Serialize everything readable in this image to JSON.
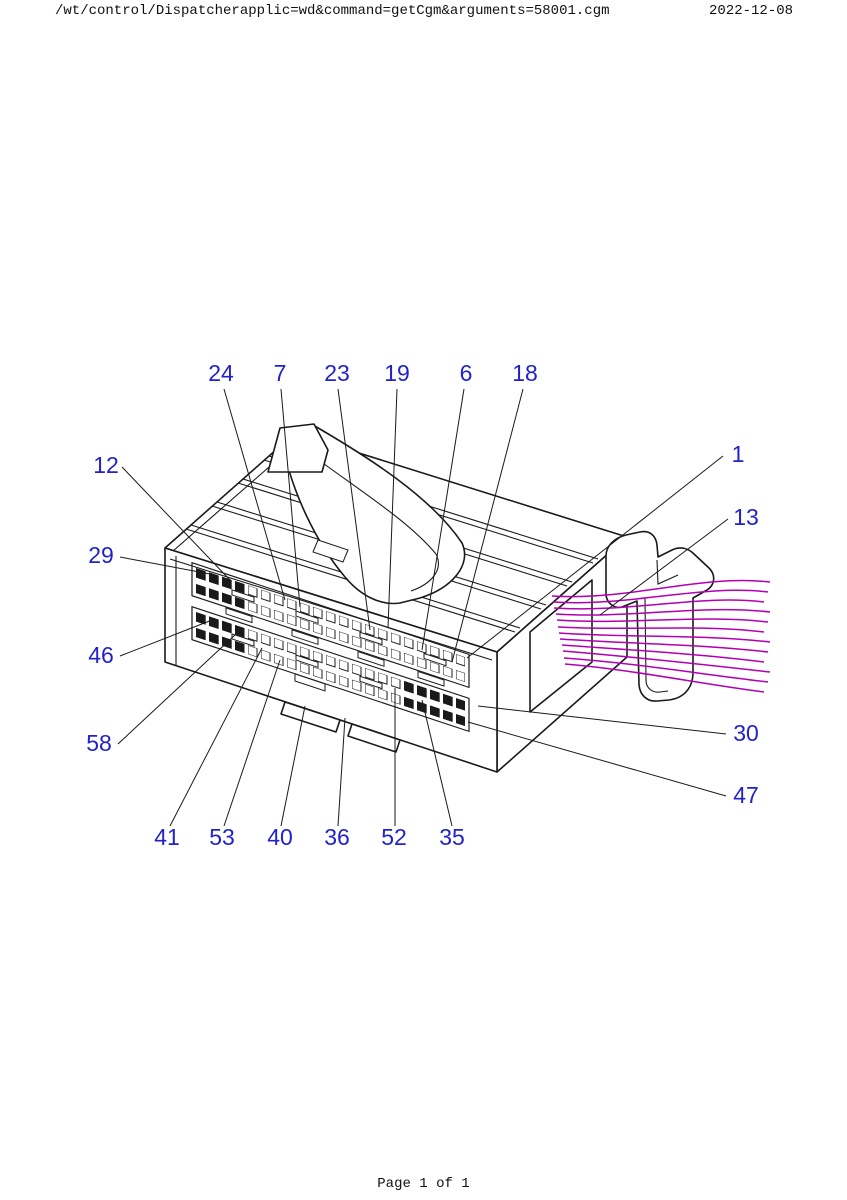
{
  "header": {
    "path": "/wt/control/Dispatcherapplic=wd&command=getCgm&arguments=58001.cgm",
    "date": "2022-12-08"
  },
  "footer": {
    "page_label": "Page 1 of 1"
  },
  "colors": {
    "callout_blue": "#2222cc",
    "wire_magenta": "#b300b3",
    "line_black": "#1a1a1a",
    "background": "#ffffff"
  },
  "diagram": {
    "type": "connector-pinout",
    "description": "Isometric line drawing of a multi-pin electrical connector with ribbed cover, latch, mounting bracket and magenta wire harness exiting to the right; blue numbered callouts identify pin cavities",
    "callouts": [
      "24",
      "7",
      "23",
      "19",
      "6",
      "18",
      "1",
      "13",
      "12",
      "29",
      "46",
      "58",
      "30",
      "47",
      "41",
      "53",
      "40",
      "36",
      "52",
      "35"
    ]
  }
}
